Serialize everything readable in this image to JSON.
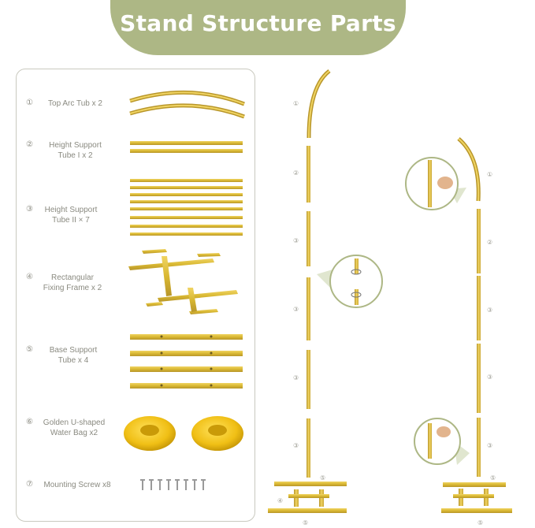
{
  "title": "Stand Structure Parts",
  "parts": [
    {
      "num": "①",
      "line1": "Top Arc Tub x 2",
      "line2": ""
    },
    {
      "num": "②",
      "line1": "Height Support",
      "line2": "Tube I x 2"
    },
    {
      "num": "③",
      "line1": "Height Support",
      "line2": "Tube II × 7"
    },
    {
      "num": "④",
      "line1": "Rectangular",
      "line2": "Fixing Frame x 2"
    },
    {
      "num": "⑤",
      "line1": "Base Support",
      "line2": "Tube x 4"
    },
    {
      "num": "⑥",
      "line1": "Golden U-shaped",
      "line2": "Water Bag x2"
    },
    {
      "num": "⑦",
      "line1": "Mounting Screw x8",
      "line2": ""
    }
  ],
  "assembly_labels": {
    "left_stand": [
      "①",
      "②",
      "③",
      "③",
      "③",
      "③",
      "⑤",
      "④",
      "⑤"
    ],
    "right_stand": [
      "①",
      "②",
      "③",
      "③",
      "③",
      "⑤",
      "⑤"
    ]
  },
  "colors": {
    "banner": "#adb785",
    "gold": "#d9b832",
    "gold_dark": "#b8962a",
    "panel_border": "#c9c9bf"
  }
}
